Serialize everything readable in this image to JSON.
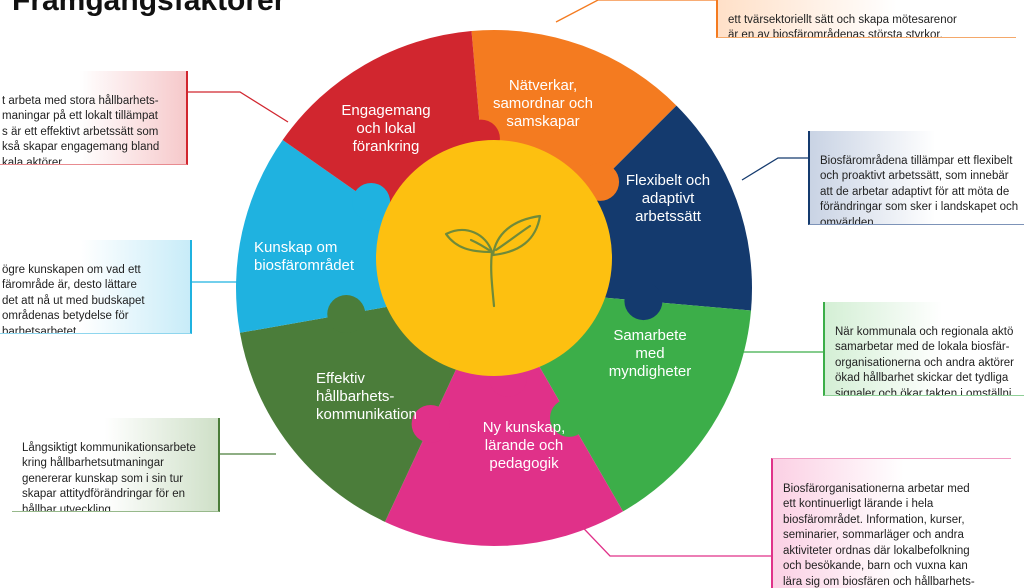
{
  "title": "Framgångsfaktorer",
  "colors": {
    "network": "#f47b20",
    "flexible": "#143a6e",
    "cooperation": "#3cae49",
    "knowledge_new": "#e03189",
    "communication": "#4b7d3a",
    "knowledge_bio": "#1fb2e0",
    "engagement": "#d1262f",
    "center": "#fdc010",
    "plant": "#6f8a3a"
  },
  "segments": {
    "network": "Nätverkar,\nsamordnar och\nsamskapar",
    "flexible": "Flexibelt och\nadaptivt\narbetssätt",
    "cooperation": "Samarbete\nmed\nmyndigheter",
    "knowledge_new": "Ny kunskap,\nlärande och\npedagogik",
    "communication": "Effektiv\nhållbarhets-\nkommunikation",
    "knowledge_bio": "Kunskap om\nbiosfärområdet",
    "engagement": "Engagemang\noch lokal\nförankring"
  },
  "boxes": {
    "network": "ett tvärsektoriellt sätt och skapa mötesarenor\när en av biosfärområdenas största styrkor.",
    "flexible": "Biosfärområdena tillämpar ett flexibelt\noch proaktivt arbetssätt, som innebär\natt de arbetar adaptivt för att möta de\nförändringar som sker i landskapet och\nomvärlden.",
    "cooperation": "När kommunala och regionala aktö\nsamarbetar med de lokala biosfär-\norganisationerna och andra aktörer\nökad hållbarhet skickar det tydliga\nsignaler och ökar takten i omställni",
    "knowledge_new": "Biosfärorganisationerna arbetar med\nett kontinuerligt lärande i hela\nbiosfärområdet. Information, kurser,\nseminarier, sommarläger och andra\naktiviteter ordnas där lokalbefolkning\noch besökande, barn och vuxna kan\nlära sig om biosfären och hållbarhets-",
    "communication": "Långsiktigt kommunikationsarbete\nkring hållbarhetsutmaningar\ngenererar kunskap som i sin tur\nskapar attitydförändringar för en\nhållbar utveckling.",
    "knowledge_bio": "ögre kunskapen om vad ett\nfärområde är, desto lättare\ndet att nå ut med budskapet\nområdenas betydelse för\nbarhetsarbetet.",
    "engagement": "t arbeta med stora hållbarhets-\nmaningar på ett lokalt tillämpat\ns är ett effektivt arbetssätt som\nkså skapar engagemang bland\nkala aktörer."
  }
}
